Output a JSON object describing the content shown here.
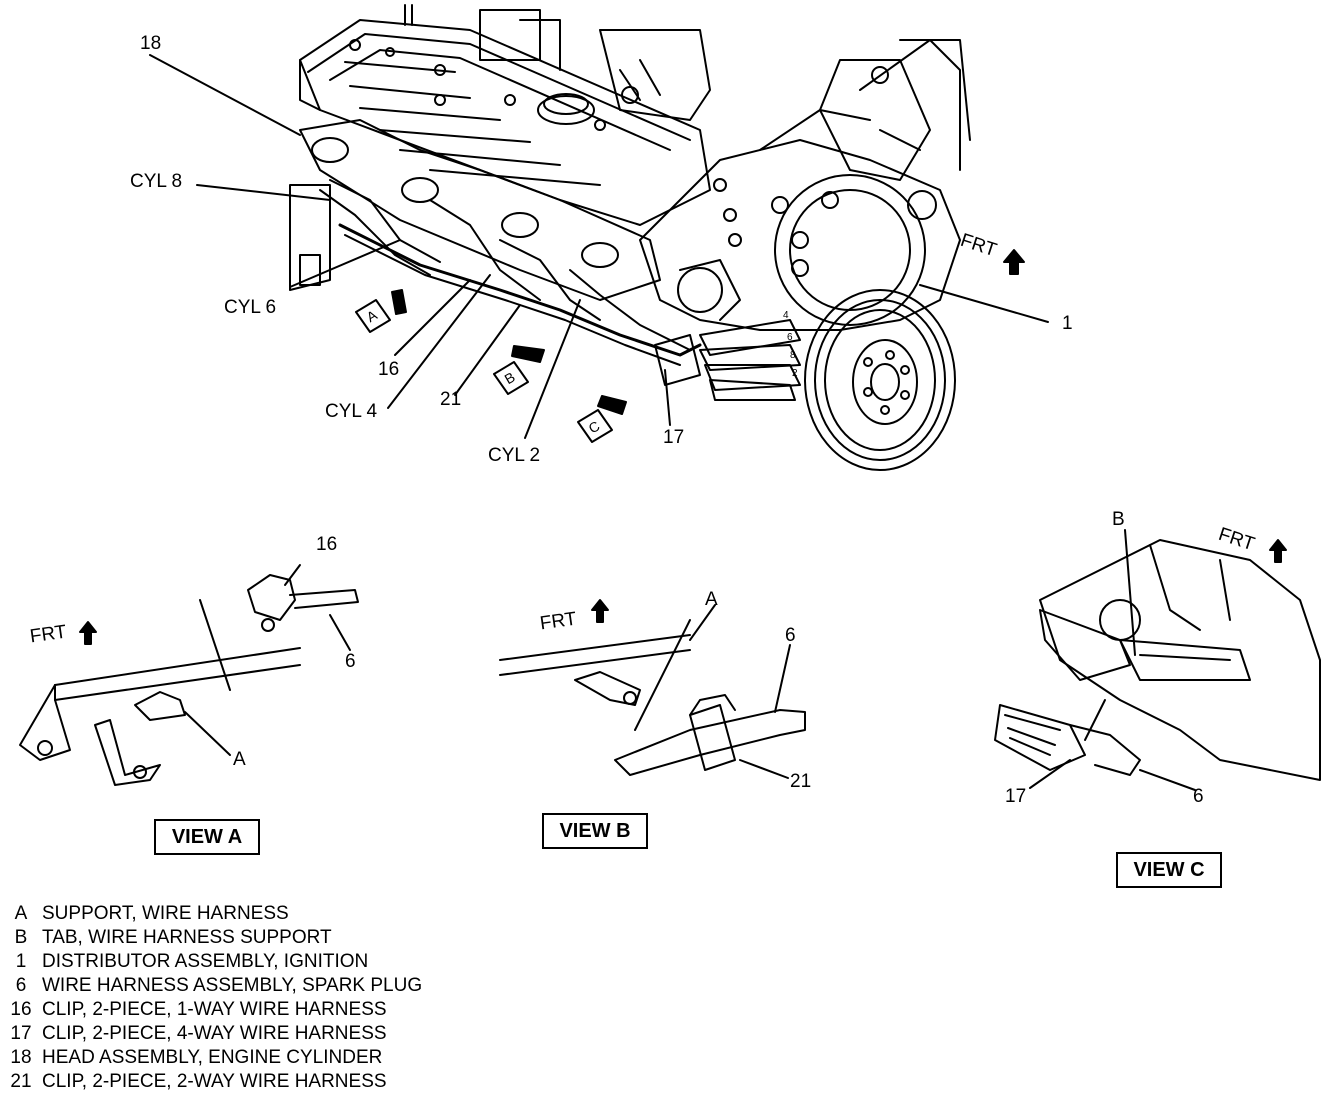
{
  "callouts": {
    "c18": "18",
    "cyl8": "CYL 8",
    "cyl6": "CYL 6",
    "c16_main": "16",
    "cyl4": "CYL 4",
    "c21_main": "21",
    "cyl2": "CYL 2",
    "c17_main": "17",
    "c1": "1",
    "frt_main": "FRT",
    "view_a_tag": "A",
    "view_b_tag": "B",
    "view_c_tag": "C",
    "va_16": "16",
    "va_6": "6",
    "va_a": "A",
    "va_frt": "FRT",
    "vb_a": "A",
    "vb_6": "6",
    "vb_21": "21",
    "vb_frt": "FRT",
    "vc_b": "B",
    "vc_frt": "FRT",
    "vc_17": "17",
    "vc_6": "6"
  },
  "views": {
    "a": "VIEW A",
    "b": "VIEW B",
    "c": "VIEW C"
  },
  "legend": [
    {
      "key": "A",
      "text": "SUPPORT, WIRE HARNESS"
    },
    {
      "key": "B",
      "text": "TAB, WIRE HARNESS SUPPORT"
    },
    {
      "key": "1",
      "text": "DISTRIBUTOR ASSEMBLY, IGNITION"
    },
    {
      "key": "6",
      "text": "WIRE HARNESS ASSEMBLY, SPARK PLUG"
    },
    {
      "key": "16",
      "text": "CLIP, 2-PIECE, 1-WAY WIRE HARNESS"
    },
    {
      "key": "17",
      "text": "CLIP, 2-PIECE, 4-WAY WIRE HARNESS"
    },
    {
      "key": "18",
      "text": "HEAD ASSEMBLY, ENGINE CYLINDER"
    },
    {
      "key": "21",
      "text": "CLIP, 2-PIECE, 2-WAY WIRE HARNESS"
    }
  ]
}
